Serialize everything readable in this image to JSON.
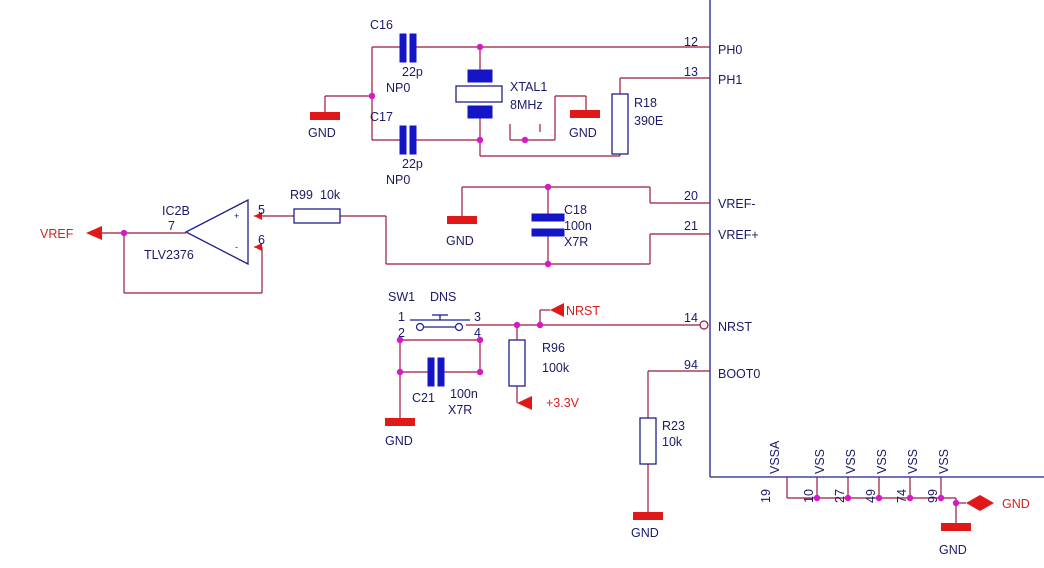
{
  "mcu_pins": [
    {
      "num": "12",
      "name": "PH0"
    },
    {
      "num": "13",
      "name": "PH1"
    },
    {
      "num": "20",
      "name": "VREF-"
    },
    {
      "num": "21",
      "name": "VREF+"
    },
    {
      "num": "14",
      "name": "NRST"
    },
    {
      "num": "94",
      "name": "BOOT0"
    }
  ],
  "vss_pins": [
    {
      "name": "VSSA",
      "num": "19"
    },
    {
      "name": "VSS",
      "num": "10"
    },
    {
      "name": "VSS",
      "num": "27"
    },
    {
      "name": "VSS",
      "num": "49"
    },
    {
      "name": "VSS",
      "num": "74"
    },
    {
      "name": "VSS",
      "num": "99"
    }
  ],
  "components": {
    "c16": {
      "ref": "C16",
      "value": "22p",
      "dielectric": "NP0"
    },
    "c17": {
      "ref": "C17",
      "value": "22p",
      "dielectric": "NP0"
    },
    "xtal1": {
      "ref": "XTAL1",
      "value": "8MHz"
    },
    "r18": {
      "ref": "R18",
      "value": "390E"
    },
    "c18": {
      "ref": "C18",
      "value": "100n",
      "dielectric": "X7R"
    },
    "r99": {
      "ref": "R99",
      "value": "10k"
    },
    "ic2b": {
      "ref": "IC2B",
      "part": "TLV2376",
      "pin_out": "7",
      "pin_plus": "5",
      "pin_minus": "6"
    },
    "sw1": {
      "ref": "SW1",
      "value": "DNS",
      "pins": [
        "1",
        "2",
        "3",
        "4"
      ]
    },
    "c21": {
      "ref": "C21",
      "value": "100n",
      "dielectric": "X7R"
    },
    "r96": {
      "ref": "R96",
      "value": "100k"
    },
    "r23": {
      "ref": "R23",
      "value": "10k"
    }
  },
  "gnd_label": "GND",
  "nets": {
    "vref": "VREF",
    "nrst": "NRST",
    "supply": "+3.3V",
    "gnd_port": "GND"
  },
  "colors": {
    "wire": "#9b1a3c",
    "part": "#1515c8",
    "ground": "#e01818",
    "junction": "#d619c8",
    "text": "#1a1a66"
  }
}
